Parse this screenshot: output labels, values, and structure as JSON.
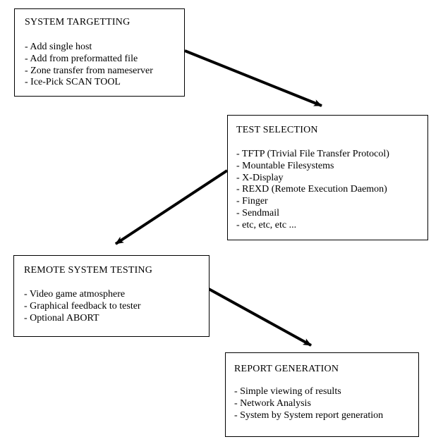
{
  "boxes": {
    "targeting": {
      "title": "SYSTEM TARGETTING",
      "items": [
        "Add single host",
        "Add from preformatted file",
        "Zone transfer from nameserver",
        "Ice-Pick SCAN TOOL"
      ]
    },
    "selection": {
      "title": "TEST SELECTION",
      "items": [
        "TFTP (Trivial File Transfer Protocol)",
        "Mountable Filesystems",
        "X-Display",
        "REXD (Remote Execution Daemon)",
        "Finger",
        "Sendmail",
        "etc, etc, etc ..."
      ]
    },
    "testing": {
      "title": "REMOTE SYSTEM TESTING",
      "items": [
        "Video game atmosphere",
        "Graphical feedback to tester",
        "Optional ABORT"
      ]
    },
    "report": {
      "title": "REPORT GENERATION",
      "items": [
        "Simple viewing of results",
        "Network Analysis",
        "System by System report generation"
      ]
    }
  },
  "colors": {
    "line": "#000000",
    "background": "#ffffff"
  }
}
